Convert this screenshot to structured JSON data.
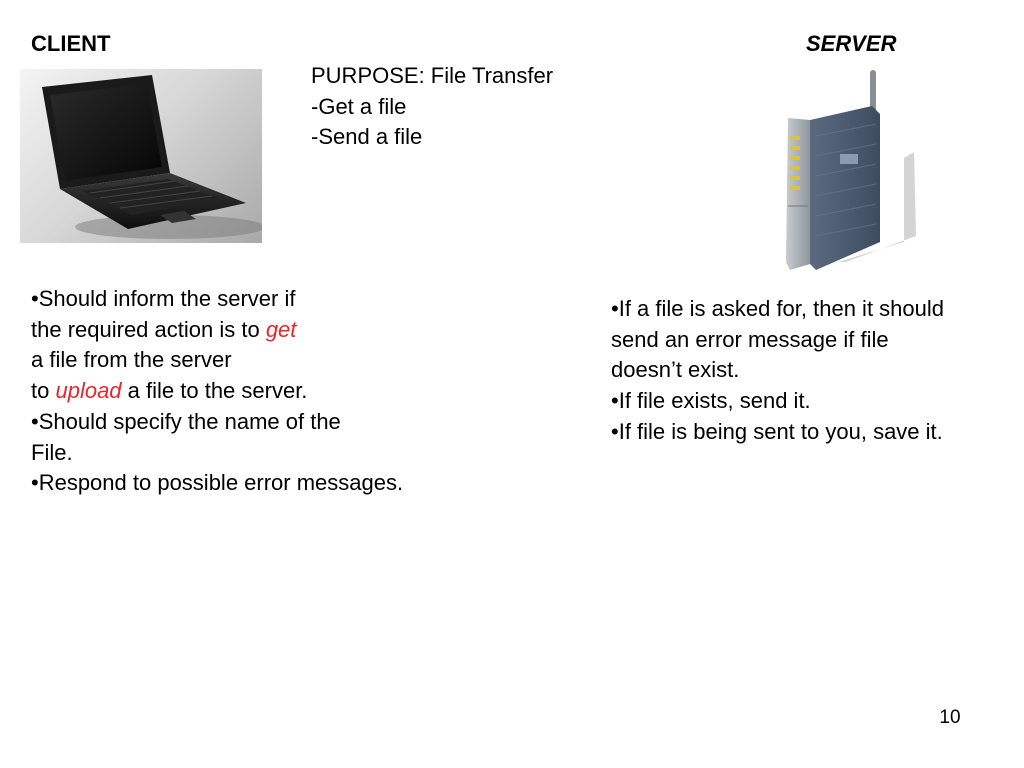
{
  "client": {
    "title": "CLIENT",
    "bullets": {
      "line1": "•Should inform the server if",
      "line2_pre": "the required action is to ",
      "line2_em": "get",
      "line3": "a file from the server",
      "line4_pre": "to ",
      "line4_em": "upload",
      "line4_post": " a file to the server.",
      "line5": "•Should specify the name of the",
      "line6": "File.",
      "line7": "•Respond to possible error messages."
    }
  },
  "server": {
    "title": "SERVER",
    "bullets": [
      "•If a file is asked for, then it should",
      "send an error message if file",
      "doesn’t exist.",
      "•If file exists, send it.",
      "•If file is being sent to you, save it."
    ]
  },
  "purpose": {
    "lines": [
      "PURPOSE: File Transfer",
      "-Get a file",
      "-Send a file"
    ]
  },
  "colors": {
    "accent": "#e8262a"
  },
  "page_number": "10"
}
